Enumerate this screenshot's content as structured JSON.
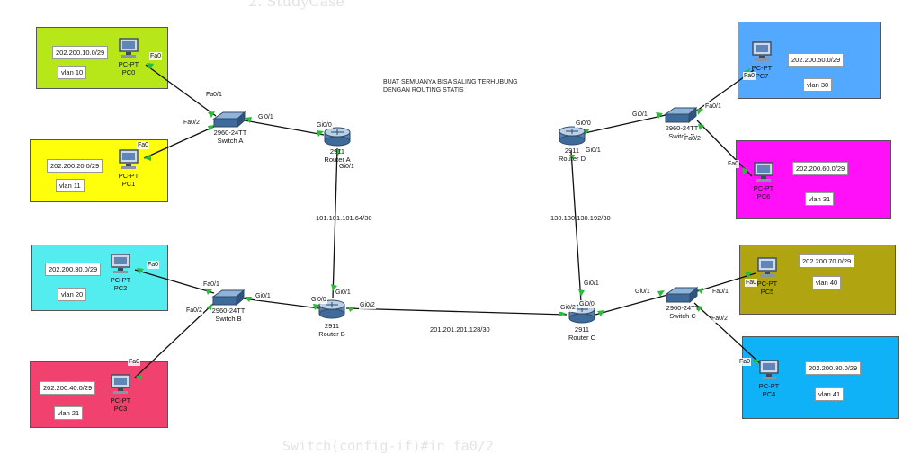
{
  "background_text": {
    "top": "2. StudyCase",
    "bottom": "Switch(config-if)#in fa0/2"
  },
  "note": {
    "line1": "BUAT SEMUANYA BISA SALING TERHUBUNG",
    "line2": "DENGAN ROUTING STATIS"
  },
  "colors": {
    "pc0": "#b7e619",
    "pc1": "#ffff0c",
    "pc2": "#53edf0",
    "pc3": "#f1416e",
    "pc7": "#53a8ff",
    "pc6": "#ff10f8",
    "pc5": "#b0a410",
    "pc4": "#0fb2f6",
    "link": "#111111",
    "port": "#2bbb3a"
  },
  "areas": [
    {
      "id": "pc0",
      "network": "202.200.10.0/29",
      "vlan": "vlan 10",
      "pc_type": "PC-PT",
      "pc_name": "PC0",
      "port": "Fa0"
    },
    {
      "id": "pc1",
      "network": "202.200.20.0/29",
      "vlan": "vlan 11",
      "pc_type": "PC-PT",
      "pc_name": "PC1",
      "port": "Fa0"
    },
    {
      "id": "pc2",
      "network": "202.200.30.0/29",
      "vlan": "vlan 20",
      "pc_type": "PC-PT",
      "pc_name": "PC2",
      "port": "Fa0"
    },
    {
      "id": "pc3",
      "network": "202.200.40.0/29",
      "vlan": "vlan 21",
      "pc_type": "PC-PT",
      "pc_name": "PC3",
      "port": "Fa0"
    },
    {
      "id": "pc7",
      "network": "202.200.50.0/29",
      "vlan": "vlan 30",
      "pc_type": "PC-PT",
      "pc_name": "PC7",
      "port": "Fa0"
    },
    {
      "id": "pc6",
      "network": "202.200.60.0/29",
      "vlan": "vlan 31",
      "pc_type": "PC-PT",
      "pc_name": "PC6",
      "port": "Fa0"
    },
    {
      "id": "pc5",
      "network": "202.200.70.0/29",
      "vlan": "vlan 40",
      "pc_type": "PC-PT",
      "pc_name": "PC5",
      "port": "Fa0"
    },
    {
      "id": "pc4",
      "network": "202.200.80.0/29",
      "vlan": "vlan 41",
      "pc_type": "PC-PT",
      "pc_name": "PC4",
      "port": "Fa0"
    }
  ],
  "switches": [
    {
      "id": "swa",
      "model": "2960-24TT",
      "name": "Switch A"
    },
    {
      "id": "swb",
      "model": "2960-24TT",
      "name": "Switch B"
    },
    {
      "id": "swd",
      "model": "2960-24TT",
      "name": "Switch D"
    },
    {
      "id": "swc",
      "model": "2960-24TT",
      "name": "Switch C"
    }
  ],
  "routers": [
    {
      "id": "ra",
      "model": "2911",
      "name": "Router A"
    },
    {
      "id": "rb",
      "model": "2911",
      "name": "Router B"
    },
    {
      "id": "rd",
      "model": "2911",
      "name": "Router D"
    },
    {
      "id": "rc",
      "model": "2911",
      "name": "Router C"
    }
  ],
  "networks": {
    "ab": "101.101.101.64/30",
    "bc": "201.201.201.128/30",
    "cd": "130.130.130.192/30"
  },
  "ports": {
    "swa_fa01": "Fa0/1",
    "swa_fa02": "Fa0/2",
    "swa_gi01": "Gi0/1",
    "ra_gi00": "Gi0/0",
    "ra_gi01": "Gi0/1",
    "swb_fa01": "Fa0/1",
    "swb_fa02": "Fa0/2",
    "swb_gi01": "Gi0/1",
    "rb_gi00": "Gi0/0",
    "rb_gi01": "Gi0/1",
    "rb_gi02": "Gi0/2",
    "rc_gi02": "Gi0/2",
    "rc_gi00": "Gi0/0",
    "rc_gi01": "Gi0/1",
    "swc_gi01": "Gi0/1",
    "swc_fa01": "Fa0/1",
    "swc_fa02": "Fa0/2",
    "rd_gi00": "Gi0/0",
    "rd_gi01": "Gi0/1",
    "swd_gi01": "Gi0/1",
    "swd_fa01": "Fa0/1",
    "swd_fa02": "Fa0/2"
  }
}
